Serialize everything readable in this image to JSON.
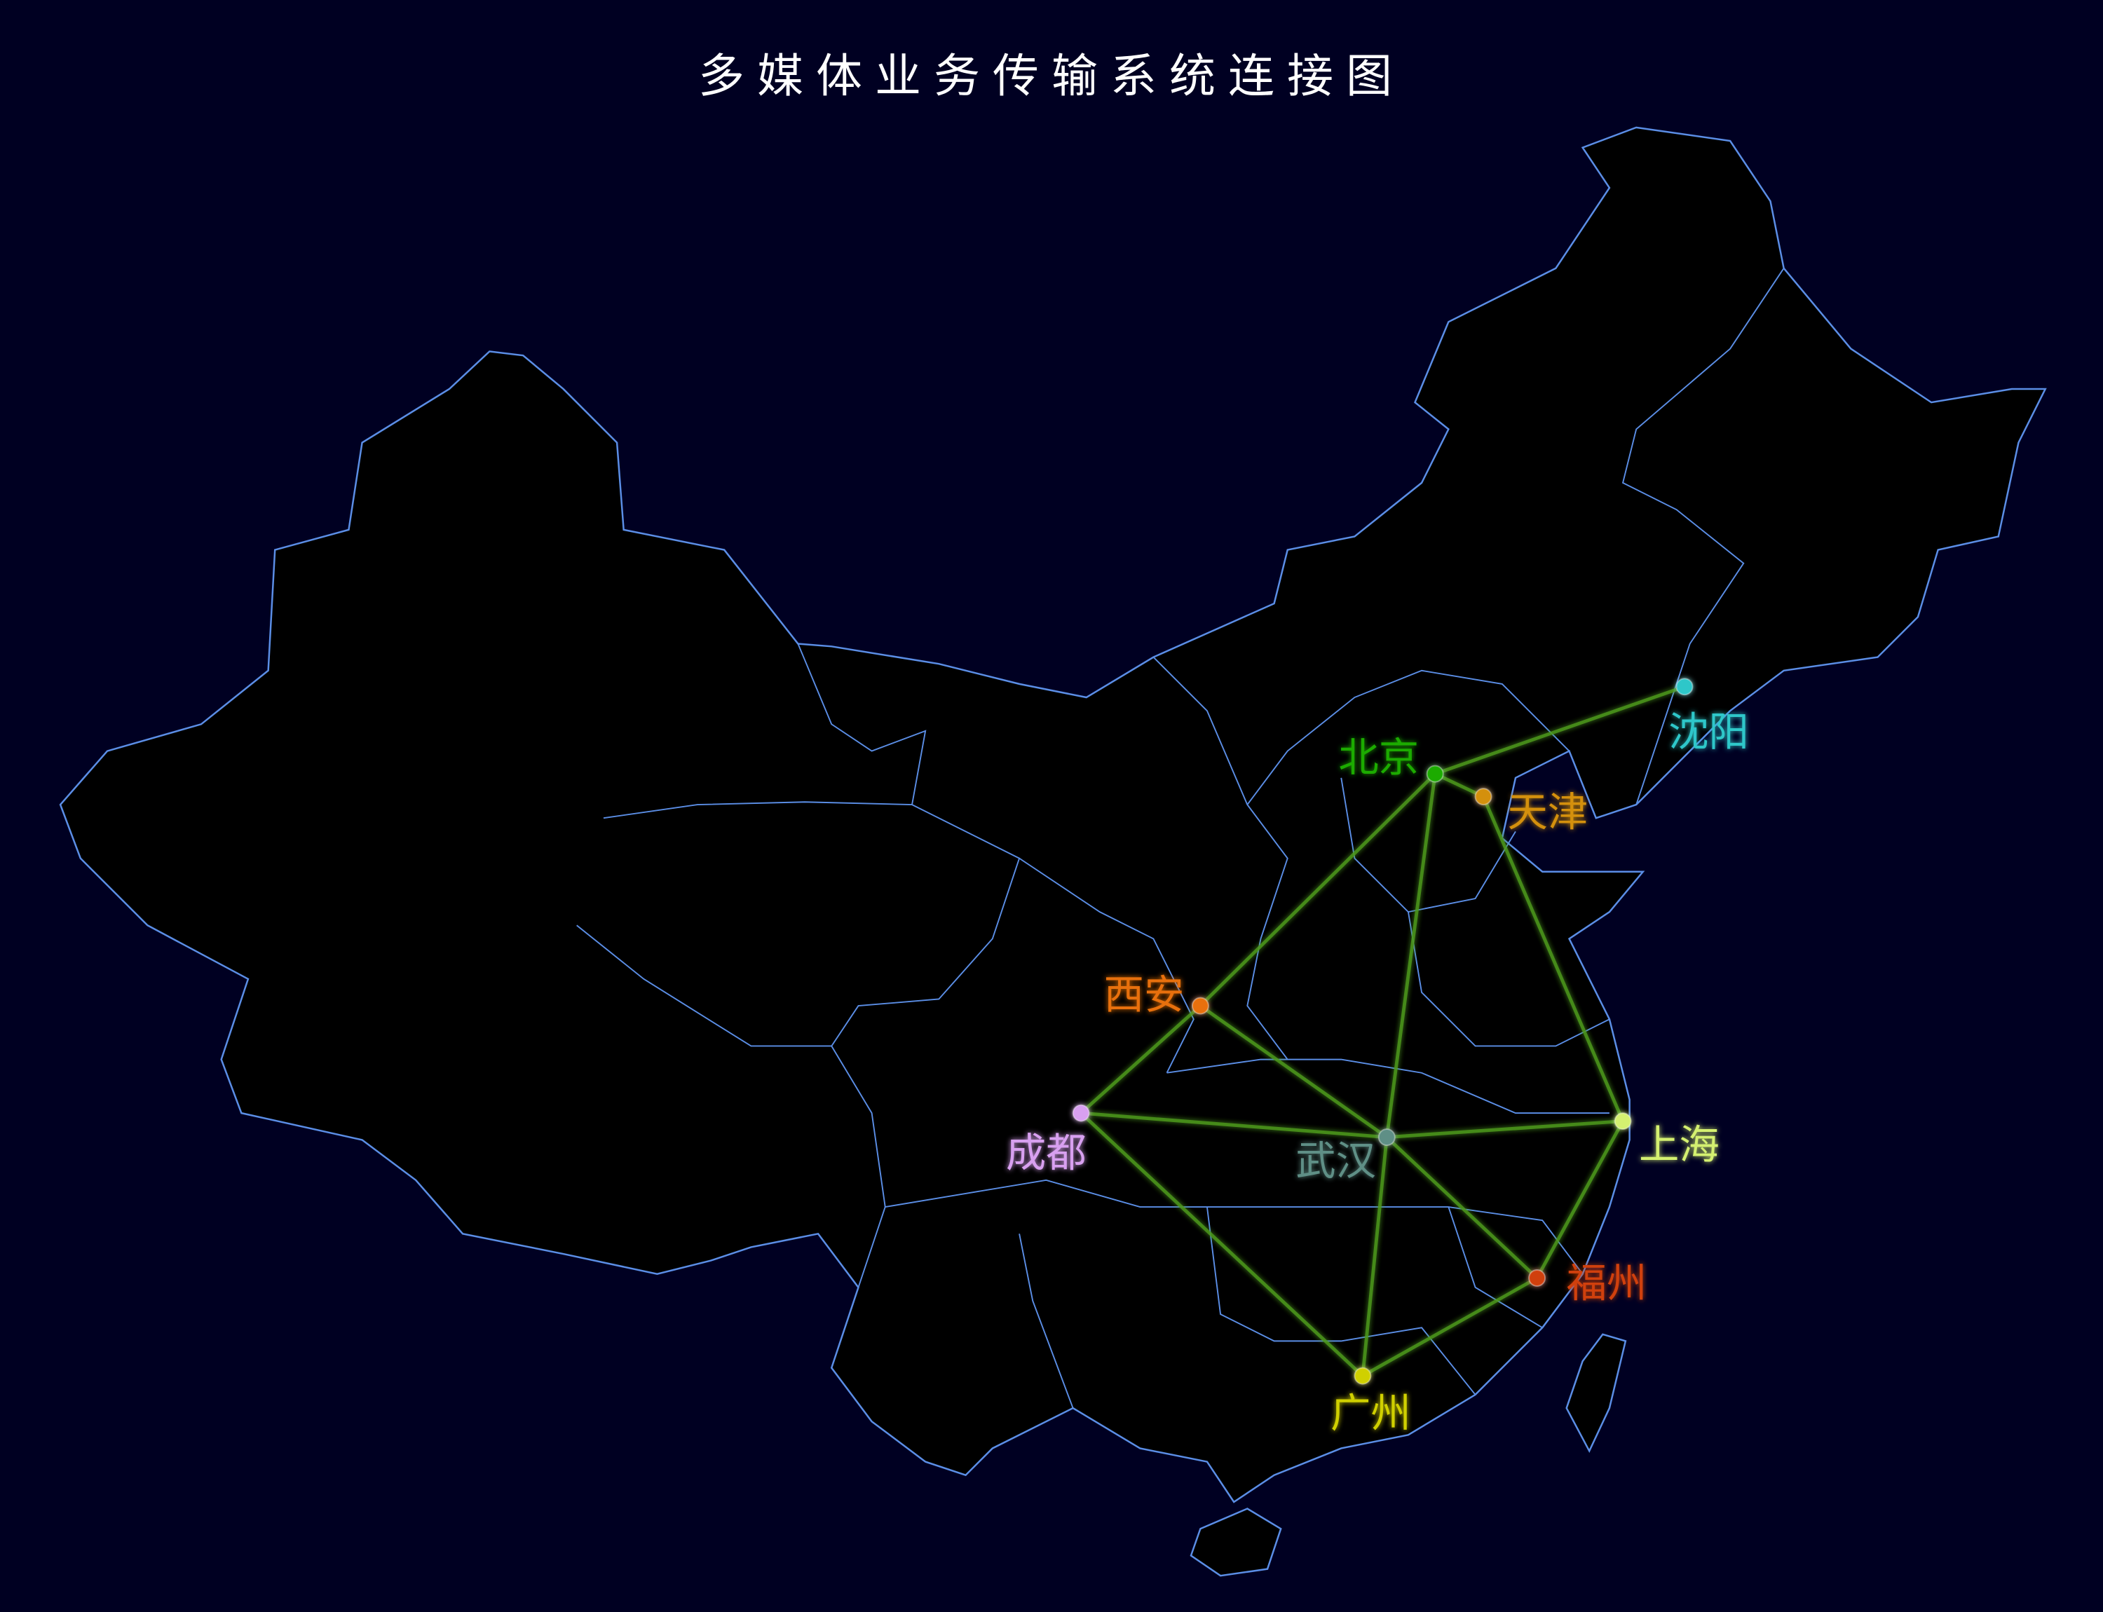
{
  "title": "多媒体业务传输系统连接图",
  "colors": {
    "background": "#000022",
    "land": "#000000",
    "border": "#5b8ee6",
    "edge": "#4e9a1e"
  },
  "nodes": [
    {
      "id": "beijing",
      "name": "北京",
      "color": "#1aab00"
    },
    {
      "id": "tianjin",
      "name": "天津",
      "color": "#d4900f"
    },
    {
      "id": "shenyang",
      "name": "沈阳",
      "color": "#2ec7c9"
    },
    {
      "id": "xian",
      "name": "西安",
      "color": "#e8700a"
    },
    {
      "id": "chengdu",
      "name": "成都",
      "color": "#d8a0f0"
    },
    {
      "id": "wuhan",
      "name": "武汉",
      "color": "#5f8f86"
    },
    {
      "id": "shanghai",
      "name": "上海",
      "color": "#d4f070"
    },
    {
      "id": "fuzhou",
      "name": "福州",
      "color": "#d04010"
    },
    {
      "id": "guangzhou",
      "name": "广州",
      "color": "#d0d000"
    }
  ],
  "edges": [
    [
      "beijing",
      "shenyang"
    ],
    [
      "beijing",
      "tianjin"
    ],
    [
      "beijing",
      "xian"
    ],
    [
      "beijing",
      "wuhan"
    ],
    [
      "tianjin",
      "shanghai"
    ],
    [
      "xian",
      "chengdu"
    ],
    [
      "xian",
      "wuhan"
    ],
    [
      "chengdu",
      "wuhan"
    ],
    [
      "chengdu",
      "guangzhou"
    ],
    [
      "wuhan",
      "shanghai"
    ],
    [
      "wuhan",
      "fuzhou"
    ],
    [
      "wuhan",
      "guangzhou"
    ],
    [
      "shanghai",
      "fuzhou"
    ],
    [
      "fuzhou",
      "guangzhou"
    ]
  ]
}
